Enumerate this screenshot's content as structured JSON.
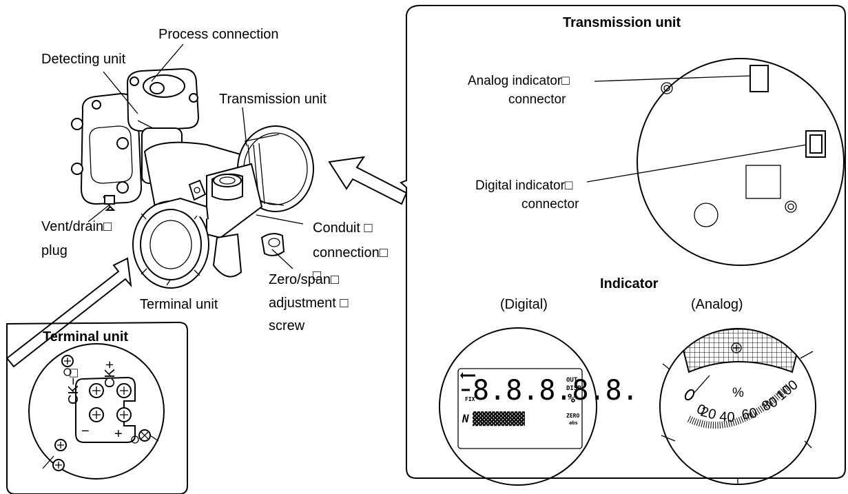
{
  "labels": {
    "process_connection": "Process connection",
    "detecting_unit": "Detecting unit",
    "transmission_unit": "Transmission unit",
    "vent_drain": "Vent/drain□",
    "plug": "plug",
    "conduit": "Conduit □",
    "connection": "connection□",
    "conduit_extra": "□",
    "zero_span": "Zero/span□",
    "adjustment": "adjustment □",
    "screw": "screw",
    "terminal_unit": "Terminal unit"
  },
  "terminal_panel": {
    "title": "Terminal unit",
    "ck_minus": "CK−□",
    "ck_plus": "CK+",
    "minus": "−",
    "plus": "+"
  },
  "transmission_panel": {
    "title": "Transmission unit",
    "analog_connector_l1": "Analog indicator□",
    "analog_connector_l2": "connector",
    "digital_connector_l1": "Digital indicator□",
    "digital_connector_l2": "connector",
    "indicator_title": "Indicator",
    "digital_caption": "(Digital)",
    "analog_caption": "(Analog)"
  },
  "digital_display": {
    "digits": "8.8.8.8.8.",
    "out": "OUT",
    "disp": "DISP",
    "percent": "%",
    "fix": "FIX",
    "n": "N",
    "segments": "▓▓▓▓▓▓▓",
    "zero": "ZERO",
    "abs": "abs"
  },
  "analog_display": {
    "unit": "%",
    "ticks": [
      "0",
      "20",
      "40",
      "60",
      "80",
      "100"
    ]
  }
}
